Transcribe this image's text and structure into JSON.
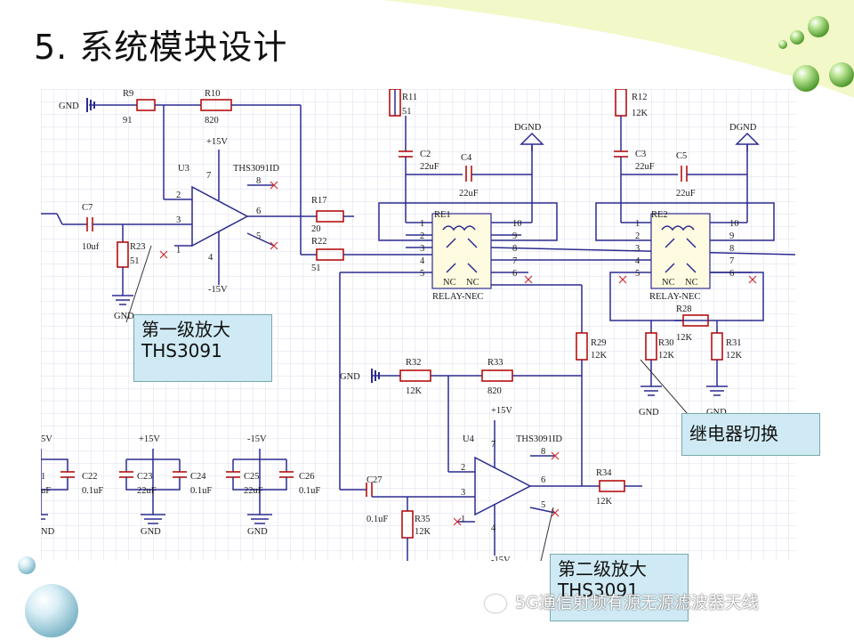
{
  "slide": {
    "title": "5. 系统模块设计"
  },
  "colors": {
    "wire": "#2b2b8f",
    "component": "#b00000",
    "grid": "#d9d9ec",
    "callout_bg": "#cfeaf4",
    "relay_body": "#fffbe0",
    "gnd_mark": "#d03030"
  },
  "labels": {
    "gnd": "GND",
    "dgnd": "DGND",
    "plus15v": "+15V",
    "minus15v": "-15V",
    "plus5v": "5V",
    "u3": "U3",
    "u4": "U4",
    "ths": "THS3091ID",
    "re1": "RE1",
    "re2": "RE2",
    "relay_nec": "RELAY-NEC",
    "nc": "NC",
    "r9": "R9",
    "r9v": "91",
    "r10": "R10",
    "r10v": "820",
    "r11": "R11",
    "r11v": "51",
    "r12": "R12",
    "r12v": "12K",
    "r17": "R17",
    "r17v": "20",
    "r22": "R22",
    "r22v": "51",
    "r23": "R23",
    "r23v": "51",
    "r28": "R28",
    "r28v": "12K",
    "r29": "R29",
    "r29v": "12K",
    "r30": "R30",
    "r30v": "12K",
    "r31": "R31",
    "r31v": "12K",
    "r32": "R32",
    "r32v": "12K",
    "r33": "R33",
    "r33v": "820",
    "r34": "R34",
    "r34v": "12K",
    "r35": "R35",
    "r35v": "12K",
    "c2": "C2",
    "c2v": "22uF",
    "c3": "C3",
    "c3v": "22uF",
    "c4": "C4",
    "c4v": "22uF",
    "c5": "C5",
    "c5v": "22uF",
    "c7": "C7",
    "c7v": "10uf",
    "c27": "C27",
    "c27v": "0.1uF",
    "c22": "C22",
    "c22v": "0.1uF",
    "c23": "C23",
    "c23v": "22uF",
    "c24": "C24",
    "c24v": "0.1uF",
    "c25": "C25",
    "c25v": "22uF",
    "c26": "C26",
    "c26v": "0.1uF",
    "c21": "1",
    "c21v": "uF",
    "gnd_cut": "ND",
    "p1": "1",
    "p2": "2",
    "p3": "3",
    "p4": "4",
    "p5": "5",
    "p6": "6",
    "p7": "7",
    "p8": "8",
    "p9": "9",
    "p10": "10"
  },
  "callouts": {
    "stage1_line1": "第一级放大",
    "stage1_line2": "THS3091",
    "relay_switch": "继电器切换",
    "stage2_line1": "第二级放大",
    "stage2_line2": "THS3091"
  },
  "watermark": "5G通信射频有源无源滤波器天线"
}
